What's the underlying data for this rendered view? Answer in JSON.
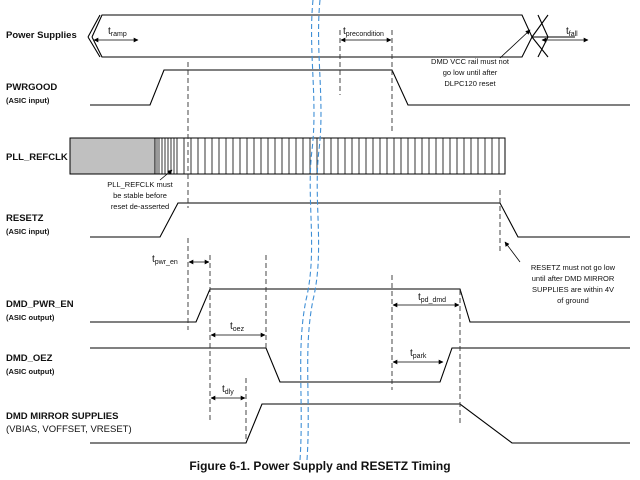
{
  "signals": {
    "power_supplies": "Power Supplies",
    "pwrgood": "PWRGOOD",
    "pwrgood_sub": "(ASIC input)",
    "pll_refclk": "PLL_REFCLK",
    "resetz": "RESETZ",
    "resetz_sub": "(ASIC input)",
    "dmd_pwr_en": "DMD_PWR_EN",
    "dmd_pwr_en_sub": "(ASIC output)",
    "dmd_oez": "DMD_OEZ",
    "dmd_oez_sub": "(ASIC output)",
    "dmd_mirror": "DMD MIRROR SUPPLIES",
    "dmd_mirror_sub": "(VBIAS, VOFFSET, VRESET)"
  },
  "timing": {
    "t_ramp": {
      "base": "t",
      "sub": "ramp"
    },
    "t_fall": {
      "base": "t",
      "sub": "fall"
    },
    "t_precondition": {
      "base": "t",
      "sub": "precondition"
    },
    "t_pwr_en": {
      "base": "t",
      "sub": "pwr_en"
    },
    "t_oez": {
      "base": "t",
      "sub": "oez"
    },
    "t_dly": {
      "base": "t",
      "sub": "dly"
    },
    "t_pd_dmd": {
      "base": "t",
      "sub": "pd_dmd"
    },
    "t_park": {
      "base": "t",
      "sub": "park"
    }
  },
  "notes": {
    "vcc": [
      "DMD VCC rail must not",
      "go low until after",
      "DLPC120 reset"
    ],
    "pll": [
      "PLL_REFCLK must",
      "be stable before",
      "reset de-asserted"
    ],
    "resetz": [
      "RESETZ must not go low",
      "until after DMD MIRROR",
      "SUPPLIES are within 4V",
      "of ground"
    ]
  },
  "caption": "Figure 6-1. Power Supply and RESETZ Timing"
}
